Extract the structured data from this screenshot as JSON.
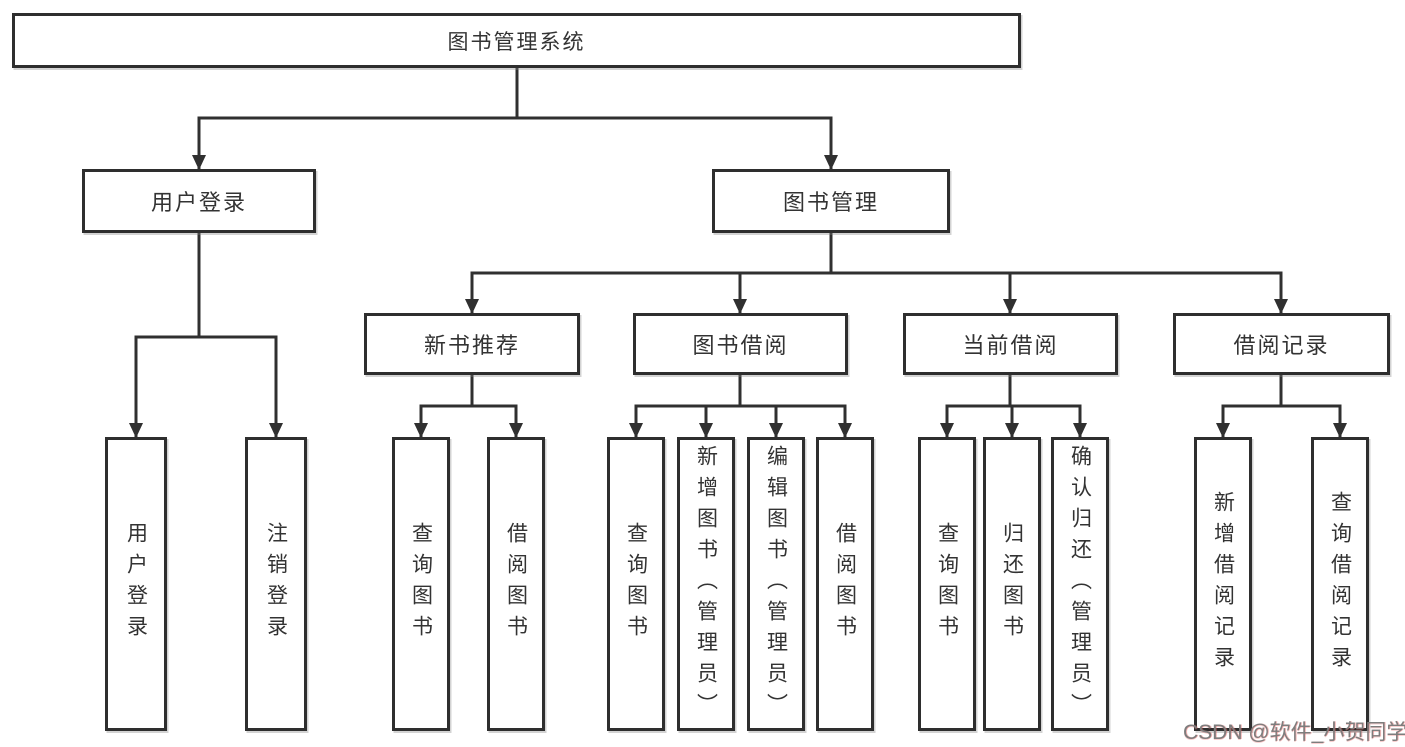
{
  "diagram_title": "图书管理系统",
  "nodes": {
    "root": {
      "label": "图书管理系统"
    },
    "user_login": {
      "label": "用户登录"
    },
    "book_mgmt": {
      "label": "图书管理"
    },
    "new_book_rec": {
      "label": "新书推荐"
    },
    "book_borrow": {
      "label": "图书借阅"
    },
    "current_borrow": {
      "label": "当前借阅"
    },
    "borrow_records": {
      "label": "借阅记录"
    },
    "leaf_user_login": {
      "label": "用户登录"
    },
    "leaf_logout": {
      "label": "注销登录"
    },
    "leaf_query_book_1": {
      "label": "查询图书"
    },
    "leaf_borrow_book_1": {
      "label": "借阅图书"
    },
    "leaf_query_book_2": {
      "label": "查询图书"
    },
    "leaf_add_book": {
      "label": "新增图书（管理员）"
    },
    "leaf_edit_book": {
      "label": "编辑图书（管理员）"
    },
    "leaf_borrow_book_2": {
      "label": "借阅图书"
    },
    "leaf_query_book_3": {
      "label": "查询图书"
    },
    "leaf_return_book": {
      "label": "归还图书"
    },
    "leaf_confirm_return": {
      "label": "确认归还（管理员）"
    },
    "leaf_add_borrow_record": {
      "label": "新增借阅记录"
    },
    "leaf_query_borrow_record": {
      "label": "查询借阅记录"
    }
  },
  "hierarchy": {
    "图书管理系统": [
      "用户登录",
      "图书管理"
    ],
    "用户登录": [
      "用户登录",
      "注销登录"
    ],
    "图书管理": [
      "新书推荐",
      "图书借阅",
      "当前借阅",
      "借阅记录"
    ],
    "新书推荐": [
      "查询图书",
      "借阅图书"
    ],
    "图书借阅": [
      "查询图书",
      "新增图书（管理员）",
      "编辑图书（管理员）",
      "借阅图书"
    ],
    "当前借阅": [
      "查询图书",
      "归还图书",
      "确认归还（管理员）"
    ],
    "借阅记录": [
      "新增借阅记录",
      "查询借阅记录"
    ]
  },
  "watermark": {
    "text": "CSDN @软件_小贺同学"
  },
  "colors": {
    "line": "#303030",
    "box_border": "#2e2e2e",
    "box_bg": "#ffffff",
    "text": "#333333",
    "watermark_gray": "#7d7d7d",
    "watermark_accent": "#e76565"
  }
}
